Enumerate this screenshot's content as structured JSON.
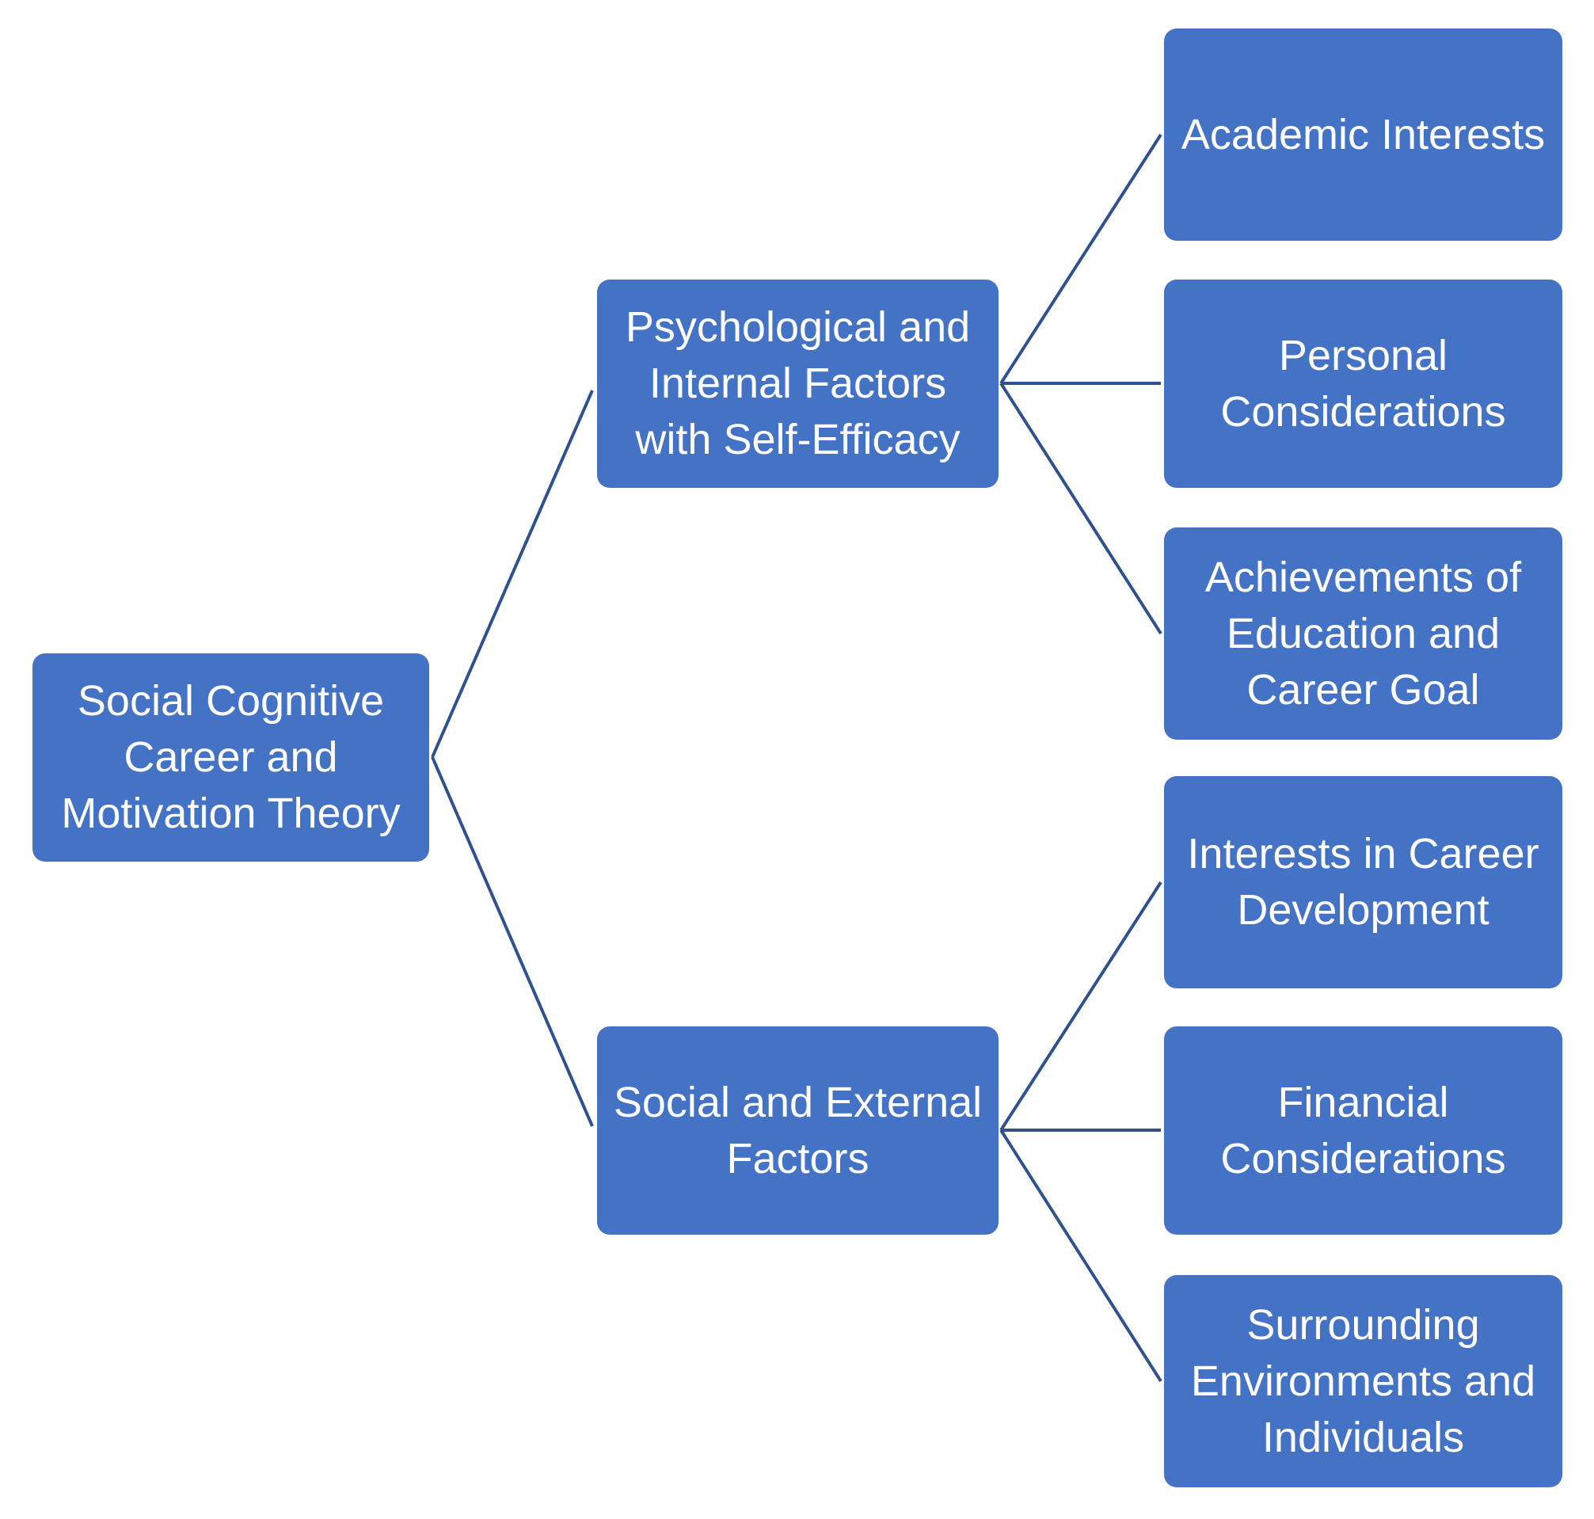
{
  "diagram": {
    "root": {
      "label": "Social Cognitive\nCareer and\nMotivation Theory"
    },
    "branches": [
      {
        "label": "Psychological and\nInternal Factors\nwith Self-Efficacy",
        "children": [
          "Academic Interests",
          "Personal\nConsiderations",
          "Achievements of\nEducation and\nCareer Goal"
        ]
      },
      {
        "label": "Social and External\nFactors",
        "children": [
          "Interests in Career\nDevelopment",
          "Financial\nConsiderations",
          "Surrounding\nEnvironments and\nIndividuals"
        ]
      }
    ],
    "colors": {
      "box_fill": "#4472c4",
      "connector": "#2f528f",
      "text": "#ffffff"
    }
  }
}
